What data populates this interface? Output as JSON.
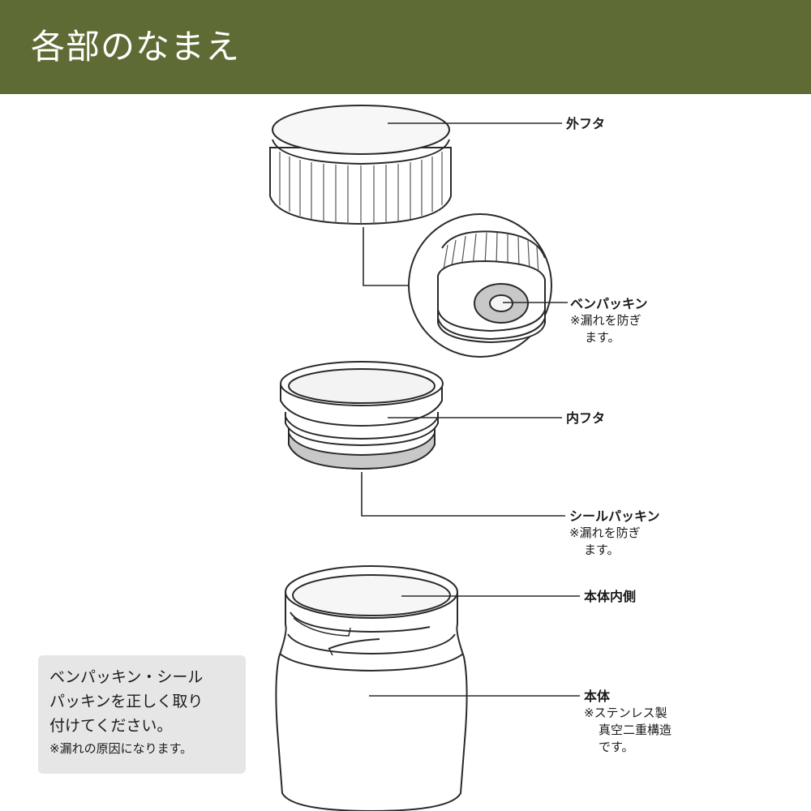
{
  "header": {
    "title": "各部のなまえ"
  },
  "colors": {
    "header_bg": "#5e6b34",
    "packing_gray": "#c8c8c8",
    "notice_bg": "#e6e6e6"
  },
  "parts": {
    "outer_lid": {
      "name": "外フタ"
    },
    "pen_packing": {
      "name": "ベンパッキン",
      "note_1": "※漏れを防ぎ",
      "note_2": "ます。"
    },
    "inner_lid": {
      "name": "内フタ"
    },
    "seal_packing": {
      "name": "シールパッキン",
      "note_1": "※漏れを防ぎ",
      "note_2": "ます。"
    },
    "body_inner": {
      "name": "本体内側"
    },
    "body": {
      "name": "本体",
      "note_1": "※ステンレス製",
      "note_2": "真空二重構造",
      "note_3": "です。"
    }
  },
  "notice": {
    "line_1": "ベンパッキン・シール",
    "line_2": "パッキンを正しく取り",
    "line_3": "付けてください。",
    "line_4": "※漏れの原因になります。"
  }
}
